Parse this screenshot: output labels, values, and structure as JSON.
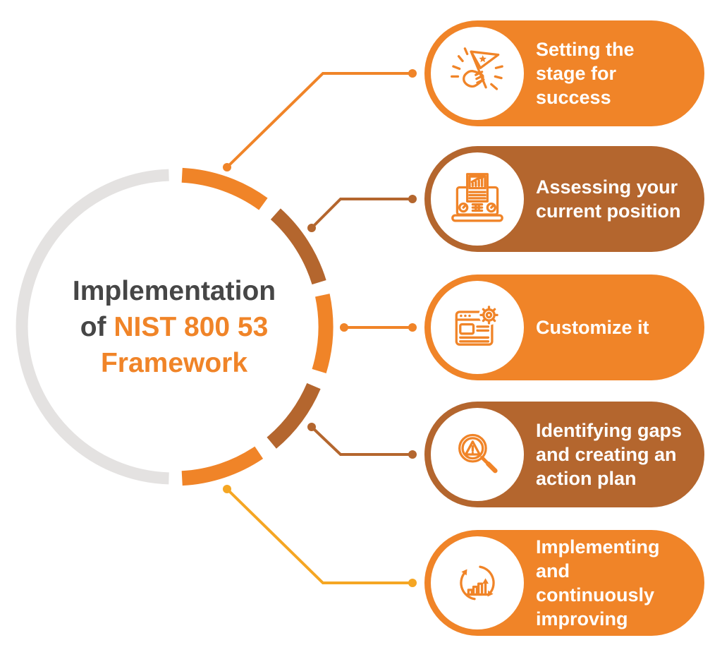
{
  "title": "Implementation of NIST 800 53 Framework",
  "colors": {
    "orange": "#F08428",
    "brown": "#B4662E",
    "amber": "#F5A623",
    "ring_gray": "#E4E2E1",
    "heading_dark": "#464646",
    "card_text": "#FFFFFF",
    "badge_bg": "#FFFFFF",
    "icon_stroke": "#F08428",
    "background": "#FFFFFF"
  },
  "center": {
    "line1": "Implementation",
    "line2_prefix": "of ",
    "line2_highlight": "NIST 800 53",
    "line3": "Framework"
  },
  "items": [
    {
      "label": "Setting the stage for success",
      "label_lines": [
        "Setting the",
        "stage for",
        "success"
      ],
      "icon": "flag-in-hand-icon",
      "color": "orange",
      "connector_color": "orange"
    },
    {
      "label": "Assessing your current position",
      "label_lines": [
        "Assessing your",
        "current position"
      ],
      "icon": "assessment-report-laptop-icon",
      "color": "brown",
      "connector_color": "brown"
    },
    {
      "label": "Customize it",
      "label_lines": [
        "Customize it"
      ],
      "icon": "customize-browser-gear-icon",
      "color": "orange",
      "connector_color": "orange"
    },
    {
      "label": "Identifying gaps and creating an action plan",
      "label_lines": [
        "Identifying gaps",
        "and creating an",
        "action plan"
      ],
      "icon": "gap-analysis-magnifier-icon",
      "color": "brown",
      "connector_color": "brown"
    },
    {
      "label": "Implementing and continuously improving",
      "label_lines": [
        "Implementing",
        "and continuously",
        "improving"
      ],
      "icon": "continuous-improvement-icon",
      "color": "orange",
      "connector_color": "amber"
    }
  ]
}
